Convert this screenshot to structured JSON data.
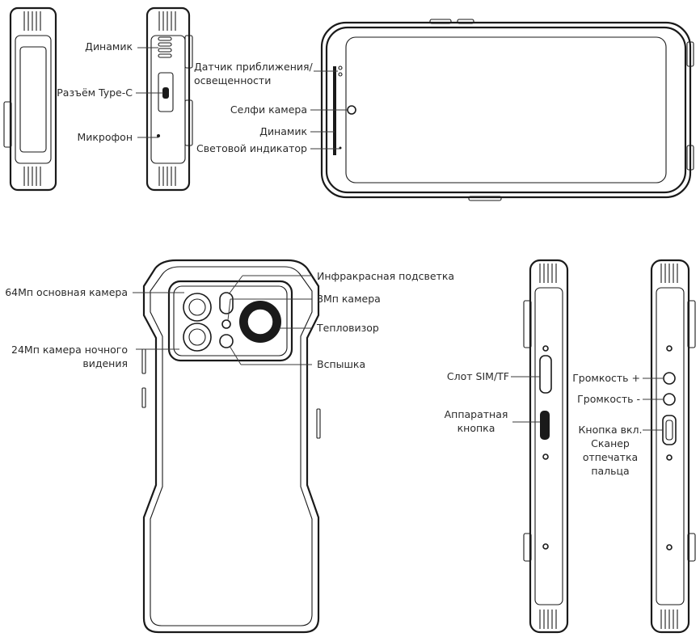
{
  "labels": {
    "speaker_top": "Динамик",
    "typec": "Разъём Type-C",
    "mic": "Микрофон",
    "proximity": "Датчик приближения/\nосвещенности",
    "selfie": "Селфи камера",
    "speaker_front": "Динамик",
    "led": "Световой индикатор",
    "main_cam": "64Мп основная камера",
    "night_cam": "24Мп камера ночного\nвидения",
    "ir": "Инфракрасная подсветка",
    "cam8": "8Мп камера",
    "thermal": "Тепловизор",
    "flash": "Вспышка",
    "sim": "Слот SIM/TF",
    "hw_button": "Аппаратная\nкнопка",
    "vol_up": "Громкость +",
    "vol_down": "Громкость -",
    "power": "Кнопка вкл.\nСканер\nотпечатка\nпальца"
  },
  "colors": {
    "line": "#1a1a1a",
    "text": "#2a2a2a",
    "background": "#ffffff"
  }
}
